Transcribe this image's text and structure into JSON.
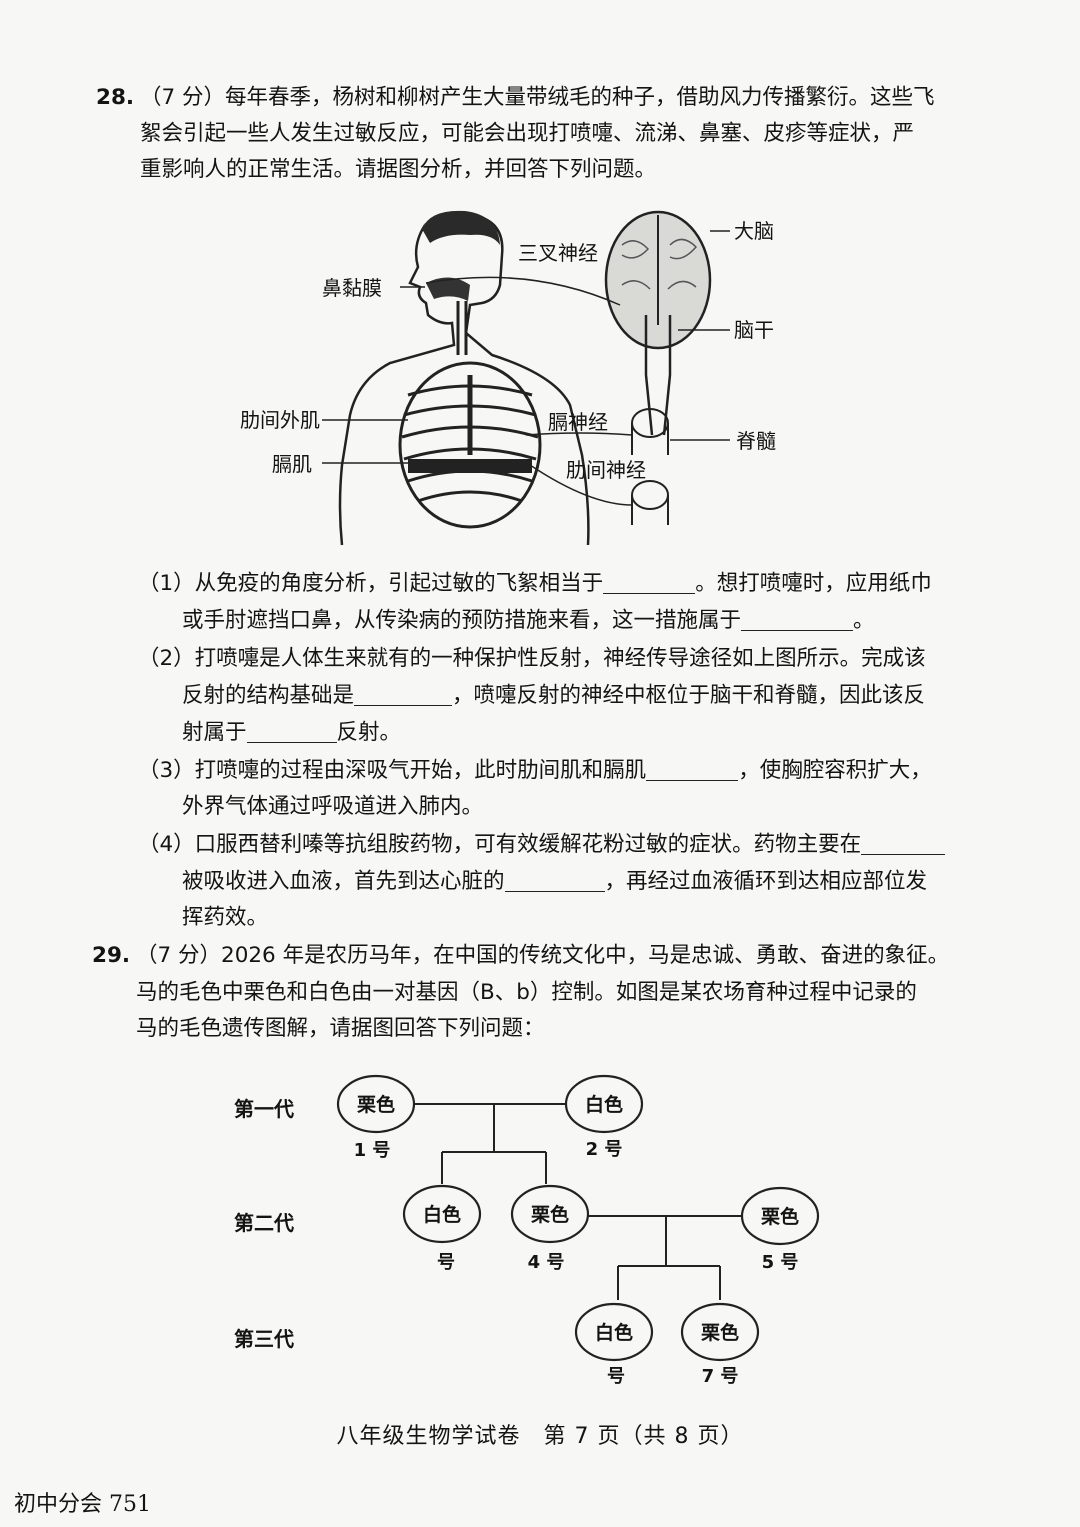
{
  "q28": {
    "num": "28.",
    "line1": "（7 分）每年春季，杨树和柳树产生大量带绒毛的种子，借助风力传播繁衍。这些飞",
    "line2": "絮会引起一些人发生过敏反应，可能会出现打喷嚏、流涕、鼻塞、皮疹等症状，严",
    "line3": "重影响人的正常生活。请据图分析，并回答下列问题。",
    "figure": {
      "nasal": "鼻黏膜",
      "trigeminal": "三叉神经",
      "cerebrum": "大脑",
      "brainstem": "脑干",
      "external_intercostal": "肋间外肌",
      "phrenic": "膈神经",
      "spinal_cord": "脊髓",
      "diaphragm": "膈肌",
      "intercostal_nerve": "肋间神经"
    },
    "s1a": "（1）从免疫的角度分析，引起过敏的飞絮相当于",
    "s1b": "。想打喷嚏时，应用纸巾",
    "s1c": "或手肘遮挡口鼻，从传染病的预防措施来看，这一措施属于",
    "s1d": "。",
    "s2a": "（2）打喷嚏是人体生来就有的一种保护性反射，神经传导途径如上图所示。完成该",
    "s2b": "反射的结构基础是",
    "s2c": "，喷嚏反射的神经中枢位于脑干和脊髓，因此该反",
    "s2d": "射属于",
    "s2e": "反射。",
    "s3a": "（3）打喷嚏的过程由深吸气开始，此时肋间肌和膈肌",
    "s3b": "，使胸腔容积扩大，",
    "s3c": "外界气体通过呼吸道进入肺内。",
    "s4a": "（4）口服西替利嗪等抗组胺药物，可有效缓解花粉过敏的症状。药物主要在",
    "s4b": "被吸收进入血液，首先到达心脏的",
    "s4c": "，再经过血液循环到达相应部位发",
    "s4d": "挥药效。"
  },
  "q29": {
    "num": "29.",
    "line1": "（7 分）2026 年是农历马年，在中国的传统文化中，马是忠诚、勇敢、奋进的象征。",
    "line2": "马的毛色中栗色和白色由一对基因（B、b）控制。如图是某农场育种过程中记录的",
    "line3": "马的毛色遗传图解，请据图回答下列问题：",
    "pedigree": {
      "gen1": "第一代",
      "gen2": "第二代",
      "gen3": "第三代",
      "n1": {
        "label": "栗色",
        "num": "1 号"
      },
      "n2": {
        "label": "白色",
        "num": "2 号"
      },
      "n3": {
        "label": "白色",
        "num": "号"
      },
      "n4": {
        "label": "栗色",
        "num": "4 号"
      },
      "n5": {
        "label": "栗色",
        "num": "5 号"
      },
      "n6": {
        "label": "白色",
        "num": "号"
      },
      "n7": {
        "label": "栗色",
        "num": "7 号"
      }
    }
  },
  "footer": "八年级生物学试卷　第 7 页（共 8 页）",
  "watermark": "初中分会 751"
}
